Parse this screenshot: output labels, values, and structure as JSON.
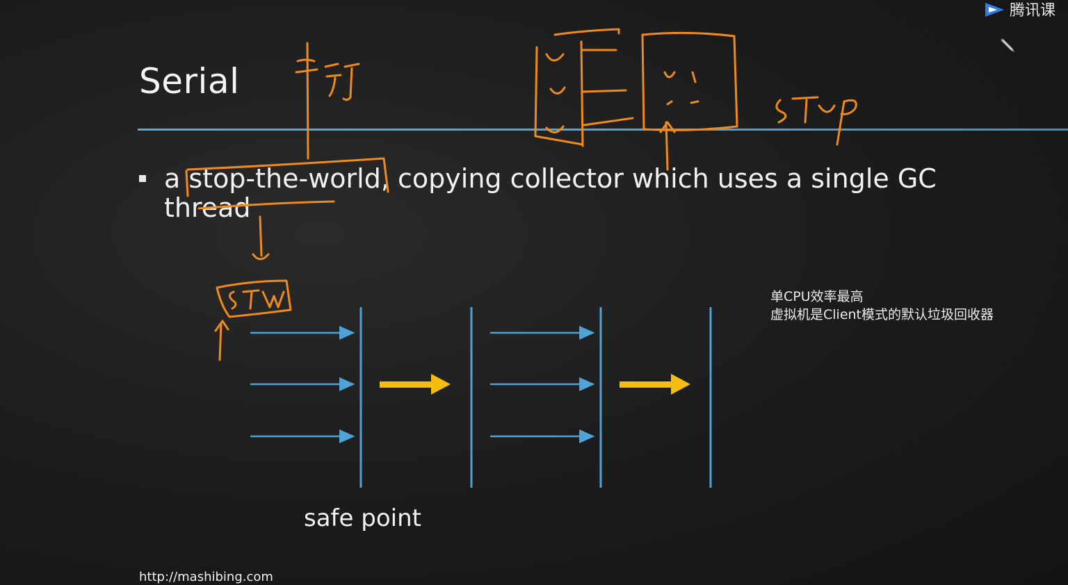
{
  "slide": {
    "title": "Serial",
    "bullet": "a stop-the-world, copying collector which uses a single GC thread",
    "note_line1": "单CPU效率最高",
    "note_line2": "虚拟机是Client模式的默认垃圾回收器",
    "caption": "safe point",
    "footer_url": "http://mashibing.com"
  },
  "branding": {
    "logo_text": "腾讯课",
    "logo_icon": "play-logo-icon"
  },
  "annotations": {
    "handwritten": [
      "串行",
      "STW",
      "stop"
    ]
  },
  "colors": {
    "rule": "#4fa3d6",
    "thread_arrow": "#4fa3d6",
    "barrier": "#4fa3d6",
    "transition_arrow": "#f5bd10",
    "ink": "#f08a1c"
  }
}
